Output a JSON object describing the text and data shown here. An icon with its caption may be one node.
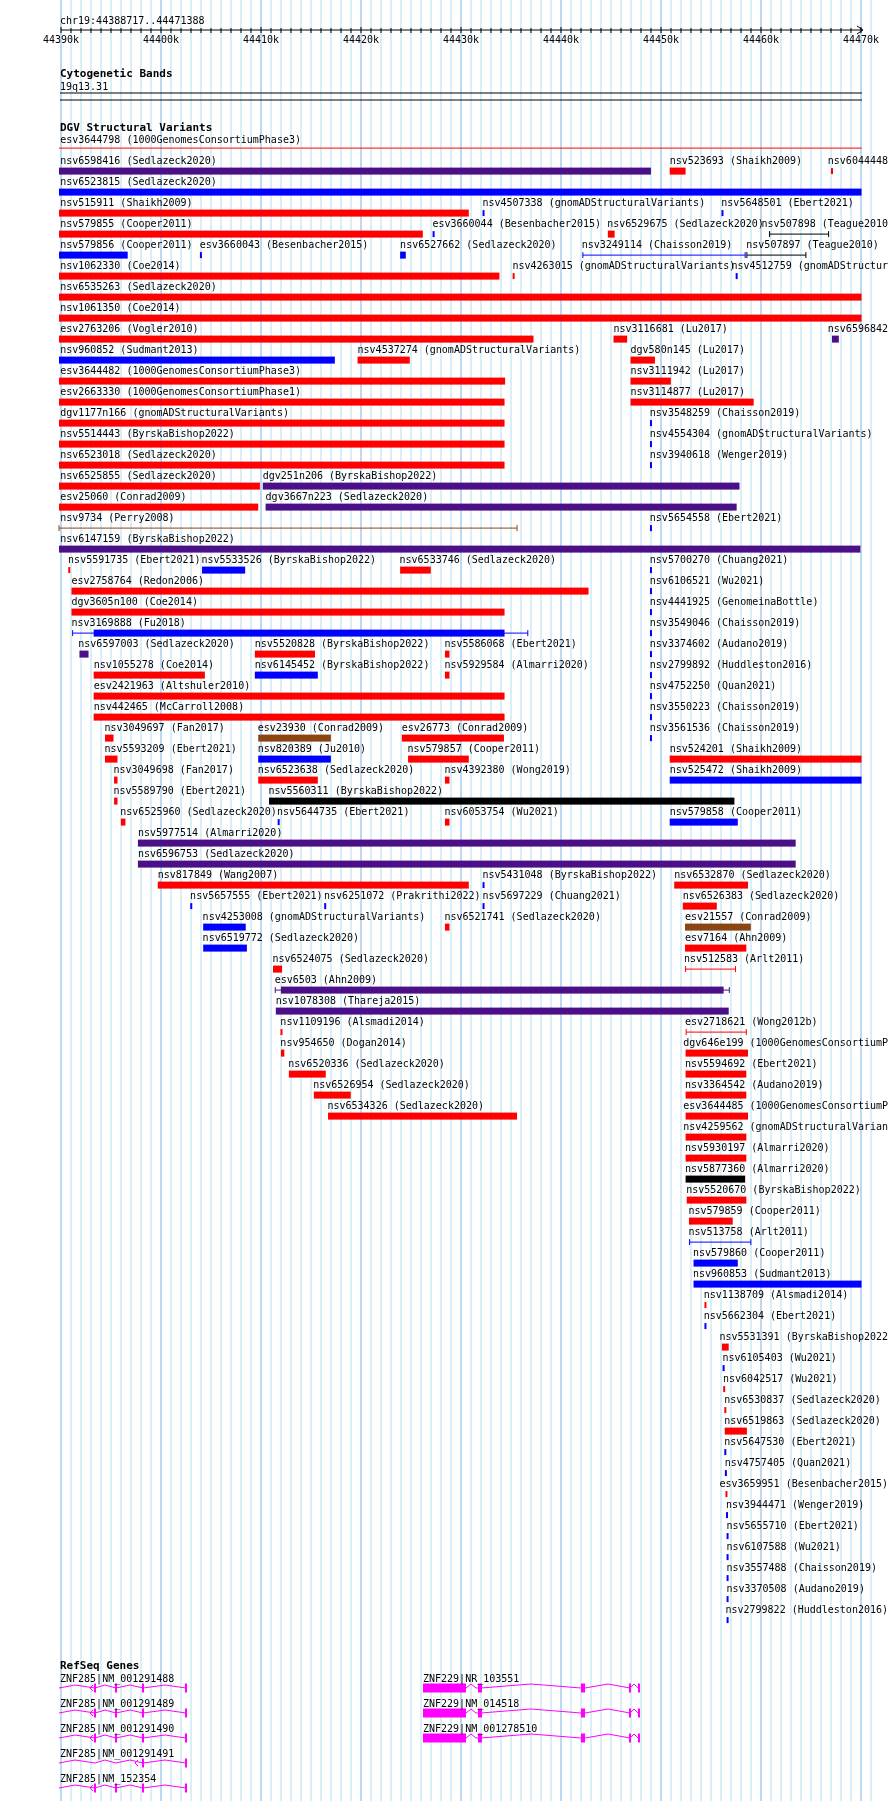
{
  "diagram": {
    "labels": [
      "chr19:44388717..44471388",
      "44390k",
      "44400k",
      "44410k",
      "44420k",
      "44430k",
      "44440k",
      "44450k",
      "44460k",
      "44470k",
      "Cytogenetic Bands",
      "19q13.31",
      "DGV Structural Variants",
      "esv3644798 (1000GenomesConsortiumPhase3)",
      "nsv6598416 (Sedlazeck2020)",
      "nsv523693 (Shaikh2009)",
      "nsv6044448",
      "nsv6523815 (Sedlazeck2020)",
      "nsv515911 (Shaikh2009)",
      "nsv4507338 (gnomADStructuralVariants)",
      "nsv5648501 (Ebert2021)",
      "nsv579855 (Cooper2011)",
      "esv3660044 (Besenbacher2015)",
      "nsv6529675 (Sedlazeck2020)",
      "nsv507898 (Teague2010",
      "nsv579856 (Cooper2011)",
      "esv3660043 (Besenbacher2015)",
      "nsv6527662 (Sedlazeck2020)",
      "nsv3249114 (Chaisson2019)",
      "nsv507897 (Teague2010)",
      "nsv1062330 (Coe2014)",
      "nsv4263015 (gnomADStructuralVariants)",
      "nsv4512759 (gnomADStructur",
      "nsv6535263 (Sedlazeck2020)",
      "nsv1061350 (Coe2014)",
      "esv2763206 (Vogler2010)",
      "nsv3116681 (Lu2017)",
      "nsv6596842",
      "nsv960852 (Sudmant2013)",
      "nsv4537274 (gnomADStructuralVariants)",
      "dgv580n145 (Lu2017)",
      "esv3644482 (1000GenomesConsortiumPhase3)",
      "nsv3111942 (Lu2017)",
      "esv2663330 (1000GenomesConsortiumPhase1)",
      "nsv3114877 (Lu2017)",
      "dgv1177n166 (gnomADStructuralVariants)",
      "nsv3548259 (Chaisson2019)",
      "nsv5514443 (ByrskaBishop2022)",
      "nsv4554304 (gnomADStructuralVariants)",
      "nsv6523018 (Sedlazeck2020)",
      "nsv3940618 (Wenger2019)",
      "nsv6525855 (Sedlazeck2020)",
      "dgv251n206 (ByrskaBishop2022)",
      "esv25060 (Conrad2009)",
      "dgv3667n223 (Sedlazeck2020)",
      "nsv9734 (Perry2008)",
      "nsv5654558 (Ebert2021)",
      "nsv6147159 (ByrskaBishop2022)",
      "nsv5591735 (Ebert2021)",
      "nsv5533526 (ByrskaBishop2022)",
      "nsv6533746 (Sedlazeck2020)",
      "nsv5700270 (Chuang2021)",
      "esv2758764 (Redon2006)",
      "nsv6106521 (Wu2021)",
      "dgv3605n100 (Coe2014)",
      "nsv4441925 (GenomeinaBottle)",
      "nsv3169888 (Fu2018)",
      "nsv3549046 (Chaisson2019)",
      "nsv6597003 (Sedlazeck2020)",
      "nsv5520828 (ByrskaBishop2022)",
      "nsv5586068 (Ebert2021)",
      "nsv3374602 (Audano2019)",
      "nsv1055278 (Coe2014)",
      "nsv6145452 (ByrskaBishop2022)",
      "nsv5929584 (Almarri2020)",
      "nsv2799892 (Huddleston2016)",
      "esv2421963 (Altshuler2010)",
      "nsv4752250 (Quan2021)",
      "nsv442465 (McCarroll2008)",
      "nsv3550223 (Chaisson2019)",
      "nsv3049697 (Fan2017)",
      "esv23930 (Conrad2009)",
      "esv26773 (Conrad2009)",
      "nsv3561536 (Chaisson2019)",
      "nsv5593209 (Ebert2021)",
      "nsv820389 (Ju2010)",
      "nsv579857 (Cooper2011)",
      "nsv524201 (Shaikh2009)",
      "nsv3049698 (Fan2017)",
      "nsv6523638 (Sedlazeck2020)",
      "nsv4392380 (Wong2019)",
      "nsv525472 (Shaikh2009)",
      "nsv5589790 (Ebert2021)",
      "nsv5560311 (ByrskaBishop2022)",
      "nsv6525960 (Sedlazeck2020)",
      "nsv5644735 (Ebert2021)",
      "nsv6053754 (Wu2021)",
      "nsv579858 (Cooper2011)",
      "nsv5977514 (Almarri2020)",
      "nsv6596753 (Sedlazeck2020)",
      "nsv817849 (Wang2007)",
      "nsv5431048 (ByrskaBishop2022)",
      "nsv6532870 (Sedlazeck2020)",
      "nsv5657555 (Ebert2021)",
      "nsv6251072 (Prakrithi2022)",
      "nsv5697229 (Chuang2021)",
      "nsv6526383 (Sedlazeck2020)",
      "nsv4253008 (gnomADStructuralVariants)",
      "nsv6521741 (Sedlazeck2020)",
      "esv21557 (Conrad2009)",
      "nsv6519772 (Sedlazeck2020)",
      "esv7164 (Ahn2009)",
      "nsv6524075 (Sedlazeck2020)",
      "nsv512583 (Arlt2011)",
      "esv6503 (Ahn2009)",
      "nsv1078308 (Thareja2015)",
      "nsv1109196 (Alsmadi2014)",
      "esv2718621 (Wong2012b)",
      "nsv954650 (Dogan2014)",
      "dgv646e199 (1000GenomesConsortiumP",
      "nsv6520336 (Sedlazeck2020)",
      "nsv5594692 (Ebert2021)",
      "nsv6526954 (Sedlazeck2020)",
      "nsv3364542 (Audano2019)",
      "nsv6534326 (Sedlazeck2020)",
      "esv3644485 (1000GenomesConsortiumP",
      "nsv4259562 (gnomADStructuralVarian",
      "nsv5930197 (Almarri2020)",
      "nsv5877360 (Almarri2020)",
      "nsv5520670 (ByrskaBishop2022)",
      "nsv579859 (Cooper2011)",
      "nsv513758 (Arlt2011)",
      "nsv579860 (Cooper2011)",
      "nsv960853 (Sudmant2013)",
      "nsv1138709 (Alsmadi2014)",
      "nsv5662304 (Ebert2021)",
      "nsv5531391 (ByrskaBishop2022",
      "nsv6105403 (Wu2021)",
      "nsv6042517 (Wu2021)",
      "nsv6530837 (Sedlazeck2020)",
      "nsv6519863 (Sedlazeck2020)",
      "nsv5647530 (Ebert2021)",
      "nsv4757405 (Quan2021)",
      "esv3659951 (Besenbacher2015)",
      "nsv3944471 (Wenger2019)",
      "nsv5655710 (Ebert2021)",
      "nsv6107588 (Wu2021)",
      "nsv3557488 (Chaisson2019)",
      "nsv3370508 (Audano2019)",
      "nsv2799822 (Huddleston2016)",
      "RefSeq Genes",
      "ZNF285|NM_001291488",
      "ZNF229|NR_103551",
      "ZNF285|NM_001291489",
      "ZNF229|NM_014518",
      "ZNF285|NM_001291490",
      "ZNF229|NM_001278510",
      "ZNF285|NM_001291491",
      "ZNF285|NM_152354"
    ]
  }
}
